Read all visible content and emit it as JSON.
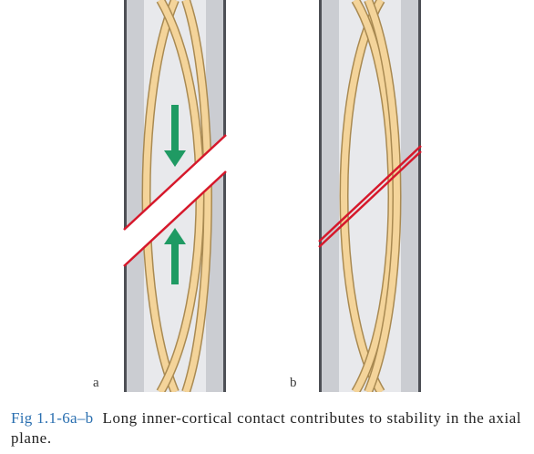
{
  "panels": [
    {
      "label": "a"
    },
    {
      "label": "b"
    }
  ],
  "caption": {
    "figure_number": "Fig 1.1-6a–b",
    "text": "Long inner-cortical contact contributes to stability in the axial plane."
  },
  "colors": {
    "bone_outer": "#cbcdd2",
    "bone_border": "#4d4f55",
    "canal": "#e8e9ec",
    "wire_fill": "#f4d49a",
    "wire_outline": "#a98a52",
    "fracture_line": "#d6182b",
    "arrow": "#1f9a63",
    "caption_number": "#2a6fb0"
  }
}
